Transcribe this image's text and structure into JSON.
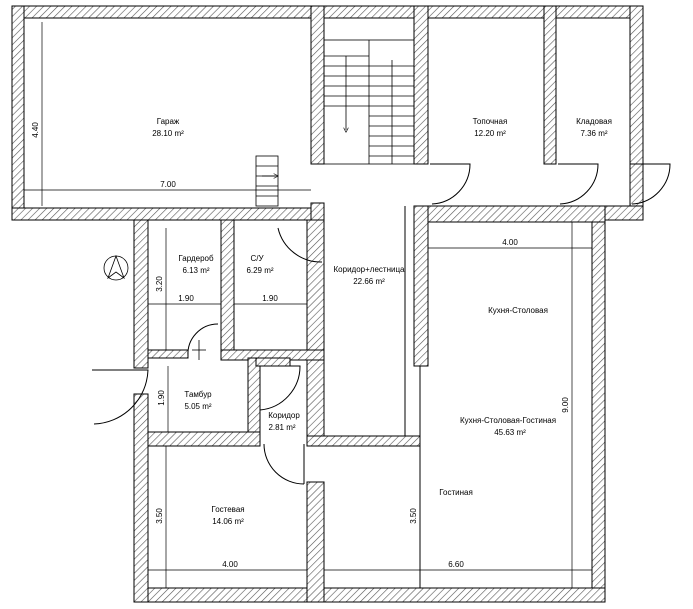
{
  "rooms": {
    "garage": {
      "name": "Гараж",
      "area": "28.10 m²"
    },
    "boiler": {
      "name": "Топочная",
      "area": "12.20 m²"
    },
    "storage": {
      "name": "Кладовая",
      "area": "7.36 m²"
    },
    "wardrobe": {
      "name": "Гардероб",
      "area": "6.13 m²"
    },
    "wc": {
      "name": "С/У",
      "area": "6.29 m²"
    },
    "corridor_stairs": {
      "name": "Коридор+лестница",
      "area": "22.66 m²"
    },
    "kitchen_dining": {
      "name": "Кухня-Столовая"
    },
    "kitchen_dining_living": {
      "name": "Кухня-Столовая-Гостиная",
      "area": "45.63 m²"
    },
    "vestibule": {
      "name": "Тамбур",
      "area": "5.05 m²"
    },
    "corridor": {
      "name": "Коридор",
      "area": "2.81 m²"
    },
    "guest": {
      "name": "Гостевая",
      "area": "14.06 m²"
    },
    "living": {
      "name": "Гостиная"
    }
  },
  "dimensions": {
    "garage_height": "4.40",
    "garage_width": "7.00",
    "kitchen_width": "4.00",
    "wardrobe_height": "3.20",
    "wardrobe_width": "1.90",
    "wc_width": "1.90",
    "vestibule_height": "1.90",
    "kitchen_height": "9.00",
    "guest_height": "3.50",
    "living_height": "3.50",
    "guest_width": "4.00",
    "living_width": "6.60"
  }
}
